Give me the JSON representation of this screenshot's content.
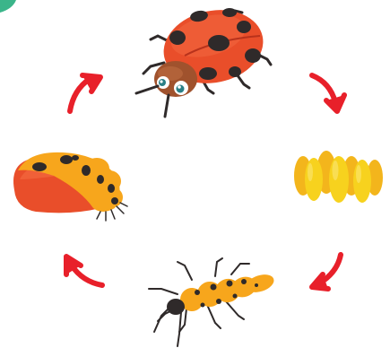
{
  "diagram": {
    "type": "life-cycle",
    "stages": [
      {
        "id": "adult",
        "icon": "ladybug-adult-icon"
      },
      {
        "id": "eggs",
        "icon": "egg-cluster-icon"
      },
      {
        "id": "larva",
        "icon": "larva-icon"
      },
      {
        "id": "pupa",
        "icon": "pupa-icon"
      }
    ],
    "cycle_direction": "clockwise",
    "colors": {
      "arrow": "#e8202a",
      "body_red": "#e94e2a",
      "body_orange": "#f7a61c",
      "spot": "#2f2a2a",
      "egg_yellow": "#f7d21e",
      "egg_shadow": "#f3b51c",
      "head_brown": "#a0522d",
      "corner_accent": "#3bb58a"
    }
  }
}
